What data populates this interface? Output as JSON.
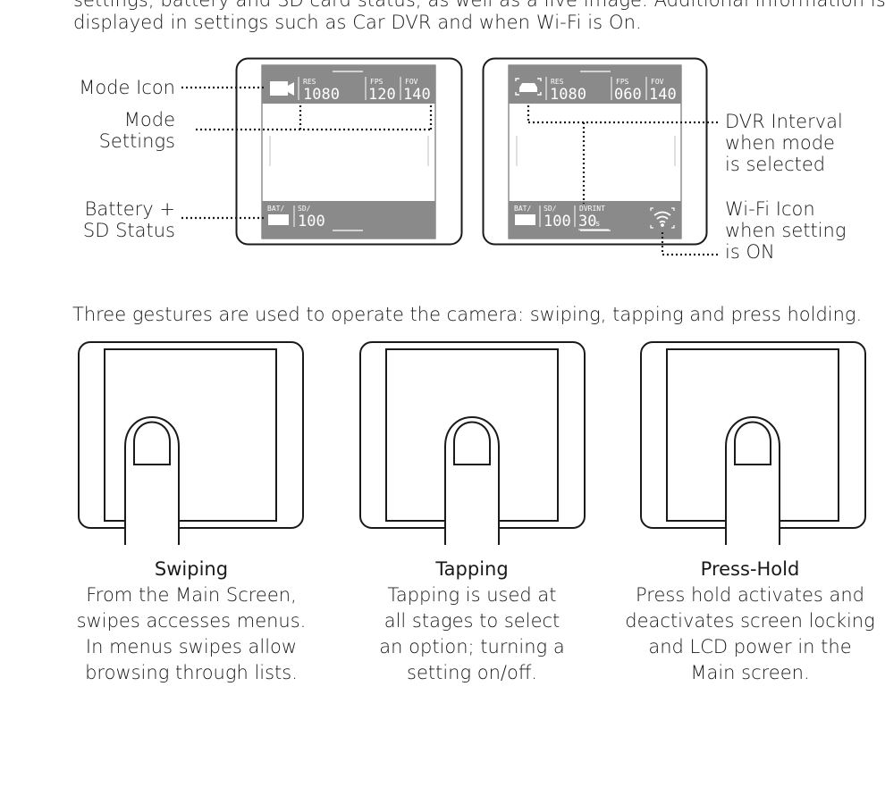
{
  "intro": {
    "line1": "settings, battery and SD card status, as well as a live image. Additional information is",
    "line2": "displayed in settings such as Car DVR and when Wi-Fi is On."
  },
  "callouts_left": {
    "mode_icon": "Mode Icon",
    "mode_settings_1": "Mode",
    "mode_settings_2": "Settings",
    "battery_1": "Battery +",
    "battery_2": "SD Status"
  },
  "callouts_right": {
    "dvr_1": "DVR Interval",
    "dvr_2": "when mode",
    "dvr_3": "is selected",
    "wifi_1": "Wi-Fi Icon",
    "wifi_2": "when setting",
    "wifi_3": "is ON"
  },
  "screen1": {
    "res_label": "RES",
    "res_value": "1080",
    "fps_label": "FPS",
    "fps_value": "120",
    "fov_label": "FOV",
    "fov_value": "140",
    "bat_label": "BAT/",
    "sd_label": "SD/",
    "sd_value": "100",
    "mode_icon": "video-camera-icon"
  },
  "screen2": {
    "res_label": "RES",
    "res_value": "1080",
    "fps_label": "FPS",
    "fps_value": "060",
    "fov_label": "FOV",
    "fov_value": "140",
    "bat_label": "BAT/",
    "sd_label": "SD/",
    "sd_value": "100",
    "dvr_label": "DVRINT",
    "dvr_value": "30",
    "dvr_unit": "s",
    "mode_icon": "car-icon",
    "wifi_icon": "wifi-icon"
  },
  "gestures_intro": "Three gestures are used to operate the camera: swiping, tapping and press holding.",
  "gestures": [
    {
      "title": "Swiping",
      "lines": [
        "From the Main Screen,",
        "swipes accesses menus.",
        "In menus swipes allow",
        "browsing through lists."
      ]
    },
    {
      "title": "Tapping",
      "lines": [
        "Tapping is used at",
        "all stages to select",
        "an option; turning a",
        "setting on/off."
      ]
    },
    {
      "title": "Press-Hold",
      "lines": [
        "Press hold activates and",
        "deactivates screen locking",
        "and LCD power in the",
        "Main screen."
      ]
    }
  ],
  "colors": {
    "screen_bar": "#8a8a8a",
    "screen_bg": "#ffffff",
    "text": "#1a1a1a"
  }
}
